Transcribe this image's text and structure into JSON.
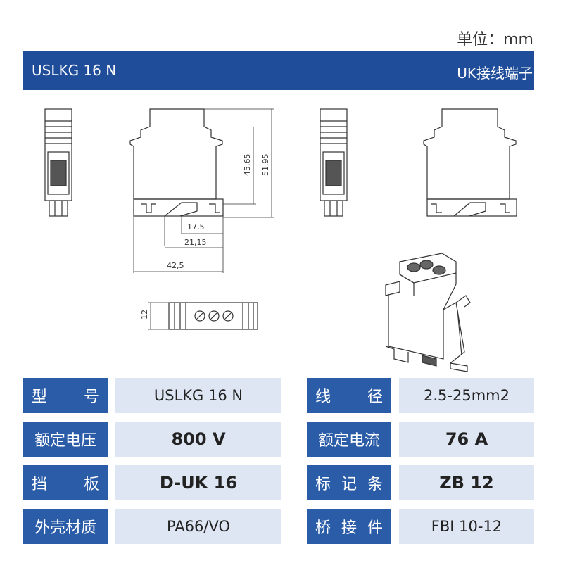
{
  "unit": "单位：mm",
  "header": {
    "model": "USLKG 16 N",
    "type": "UK接线端子"
  },
  "dimensions": {
    "d1": "45,65",
    "d2": "51,95",
    "d3": "17,5",
    "d4": "21,15",
    "d5": "42,5",
    "d6": "12"
  },
  "specs": {
    "left": [
      {
        "label": "型号",
        "value": "USLKG 16 N"
      },
      {
        "label": "额定电压",
        "value": "800 V"
      },
      {
        "label": "挡板",
        "value": "D-UK 16"
      },
      {
        "label": "外壳材质",
        "value": "PA66/VO"
      }
    ],
    "right": [
      {
        "label": "线径",
        "value": "2.5-25mm2"
      },
      {
        "label": "额定电流",
        "value": "76 A"
      },
      {
        "label": "标记条",
        "value": "ZB 12"
      },
      {
        "label": "桥接件",
        "value": "FBI 10-12"
      }
    ]
  },
  "colors": {
    "header_bg": "#1f4d9a",
    "label_bg": "#2b5ca8",
    "value_bg": "#dfe6f3"
  }
}
